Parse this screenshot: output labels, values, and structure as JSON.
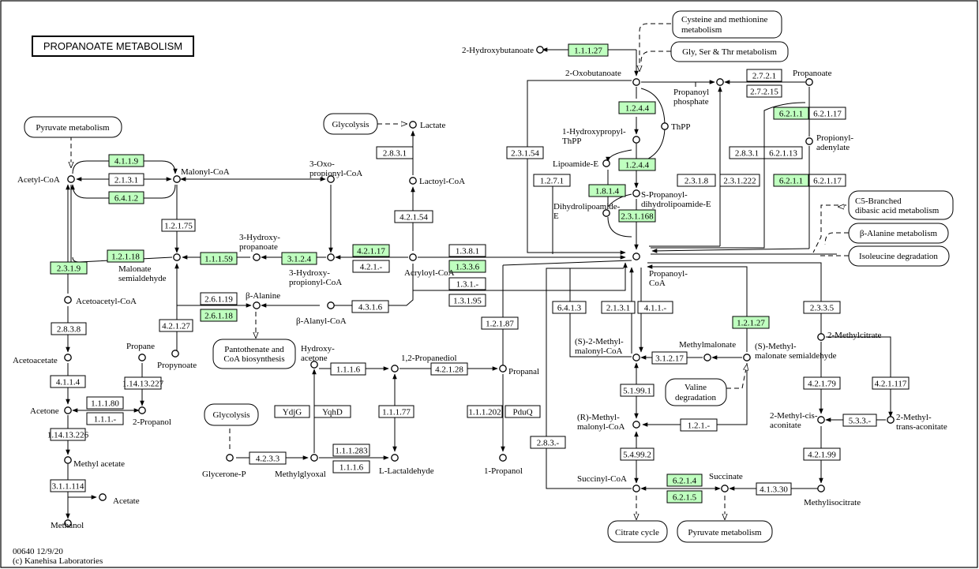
{
  "title": "PROPANOATE METABOLISM",
  "footer": {
    "line1": "00640 12/9/20",
    "line2": "(c) Kanehisa Laboratories"
  },
  "colors": {
    "highlight": "#bfffbf",
    "line": "#000000",
    "background": "#ffffff"
  },
  "compounds": [
    "2-Hydroxybutanoate",
    "2-Oxobutanoate",
    "Propanoate",
    "Propanoyl phosphate",
    "1-Hydroxypropyl-ThPP",
    "ThPP",
    "Lipoamide-E",
    "S-Propanoyl-dihydrolipoamide-E",
    "Dihydrolipoamide-E",
    "Propionyl-adenylate",
    "Lactate",
    "Lactoyl-CoA",
    "Acetyl-CoA",
    "Malonyl-CoA",
    "3-Oxo-propionyl-CoA",
    "3-Hydroxy-propanoate",
    "3-Hydroxy-propionyl-CoA",
    "Acryloyl-CoA",
    "Malonate semialdehyde",
    "β-Alanine",
    "β-Alanyl-CoA",
    "Acetoacetyl-CoA",
    "Acetoacetate",
    "Acetone",
    "Propane",
    "Propynoate",
    "2-Propanol",
    "Methyl acetate",
    "Acetate",
    "Methanol",
    "Hydroxy-acetone",
    "1,2-Propanediol",
    "Propanal",
    "1-Propanol",
    "Glycerone-P",
    "Methylglyoxal",
    "L-Lactaldehyde",
    "Propanoyl-CoA",
    "(S)-2-Methyl-malonyl-CoA",
    "Methylmalonate",
    "(S)-Methyl-malonate semialdehyde",
    "(R)-Methyl-malonyl-CoA",
    "Succinyl-CoA",
    "Succinate",
    "2-Methylcitrate",
    "2-Methyl-cis-aconitate",
    "2-Methyl-trans-aconitate",
    "Methylisocitrate"
  ],
  "pathways": [
    "Cysteine and methionine metabolism",
    "Gly, Ser & Thr metabolism",
    "Pyruvate metabolism",
    "Glycolysis",
    "C5-Branched dibasic acid metabolism",
    "β-Alanine metabolism",
    "Isoleucine degradation",
    "Pantothenate and CoA biosynthesis",
    "Glycolysis",
    "Valine degradation",
    "Citrate cycle",
    "Pyruvate metabolism"
  ],
  "enzymes": [
    {
      "label": "1.1.1.27",
      "hl": true
    },
    {
      "label": "1.2.4.4",
      "hl": true
    },
    {
      "label": "1.2.4.4",
      "hl": true
    },
    {
      "label": "1.8.1.4",
      "hl": true
    },
    {
      "label": "2.3.1.168",
      "hl": true
    },
    {
      "label": "2.7.2.1",
      "hl": false
    },
    {
      "label": "2.7.2.15",
      "hl": false
    },
    {
      "label": "6.2.1.1",
      "hl": true
    },
    {
      "label": "6.2.1.17",
      "hl": false
    },
    {
      "label": "2.8.3.1",
      "hl": false
    },
    {
      "label": "6.2.1.13",
      "hl": false
    },
    {
      "label": "6.2.1.1",
      "hl": true
    },
    {
      "label": "6.2.1.17",
      "hl": false
    },
    {
      "label": "2.3.1.54",
      "hl": false
    },
    {
      "label": "1.2.7.1",
      "hl": false
    },
    {
      "label": "2.3.1.8",
      "hl": false
    },
    {
      "label": "2.3.1.222",
      "hl": false
    },
    {
      "label": "2.8.3.1",
      "hl": false
    },
    {
      "label": "4.2.1.54",
      "hl": false
    },
    {
      "label": "4.1.1.9",
      "hl": true
    },
    {
      "label": "2.1.3.1",
      "hl": false
    },
    {
      "label": "6.4.1.2",
      "hl": true
    },
    {
      "label": "1.2.1.75",
      "hl": false
    },
    {
      "label": "1.2.1.18",
      "hl": true
    },
    {
      "label": "1.1.1.59",
      "hl": true
    },
    {
      "label": "3.1.2.4",
      "hl": true
    },
    {
      "label": "4.2.1.17",
      "hl": true
    },
    {
      "label": "4.2.1.-",
      "hl": false
    },
    {
      "label": "1.3.8.1",
      "hl": false
    },
    {
      "label": "1.3.3.6",
      "hl": true
    },
    {
      "label": "1.3.1.-",
      "hl": false
    },
    {
      "label": "1.3.1.95",
      "hl": false
    },
    {
      "label": "2.3.1.9",
      "hl": true
    },
    {
      "label": "2.6.1.19",
      "hl": false
    },
    {
      "label": "2.6.1.18",
      "hl": true
    },
    {
      "label": "4.3.1.6",
      "hl": false
    },
    {
      "label": "4.2.1.27",
      "hl": false
    },
    {
      "label": "2.8.3.8",
      "hl": false
    },
    {
      "label": "4.1.1.4",
      "hl": false
    },
    {
      "label": "1.1.1.80",
      "hl": false
    },
    {
      "label": "1.1.1.-",
      "hl": false
    },
    {
      "label": "1.14.13.227",
      "hl": false
    },
    {
      "label": "1.14.13.226",
      "hl": false
    },
    {
      "label": "3.1.1.114",
      "hl": false
    },
    {
      "label": "1.1.1.6",
      "hl": false
    },
    {
      "label": "4.2.1.28",
      "hl": false
    },
    {
      "label": "1.1.1.77",
      "hl": false
    },
    {
      "label": "1.1.1.283",
      "hl": false
    },
    {
      "label": "1.1.1.6",
      "hl": false
    },
    {
      "label": "4.2.3.3",
      "hl": false
    },
    {
      "label": "1.1.1.202",
      "hl": false
    },
    {
      "label": "1.2.1.87",
      "hl": false
    },
    {
      "label": "6.4.1.3",
      "hl": false
    },
    {
      "label": "2.1.3.1",
      "hl": false
    },
    {
      "label": "4.1.1.-",
      "hl": false
    },
    {
      "label": "1.2.1.27",
      "hl": true
    },
    {
      "label": "3.1.2.17",
      "hl": false
    },
    {
      "label": "5.1.99.1",
      "hl": false
    },
    {
      "label": "1.2.1.-",
      "hl": false
    },
    {
      "label": "5.4.99.2",
      "hl": false
    },
    {
      "label": "6.2.1.4",
      "hl": true
    },
    {
      "label": "6.2.1.5",
      "hl": true
    },
    {
      "label": "4.1.3.30",
      "hl": false
    },
    {
      "label": "2.3.3.5",
      "hl": false
    },
    {
      "label": "4.2.1.79",
      "hl": false
    },
    {
      "label": "4.2.1.117",
      "hl": false
    },
    {
      "label": "5.3.3.-",
      "hl": false
    },
    {
      "label": "4.2.1.99",
      "hl": false
    },
    {
      "label": "2.8.3.-",
      "hl": false
    }
  ],
  "gene_boxes": [
    "YdjG",
    "YqhD",
    "PduQ"
  ]
}
